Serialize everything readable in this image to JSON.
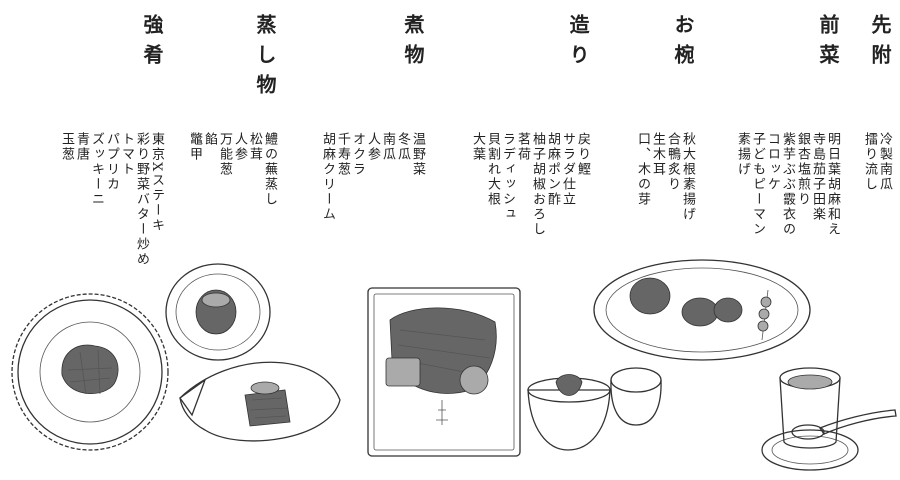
{
  "menu": {
    "courses": [
      {
        "id": "sakizuke",
        "title": "先附",
        "items": [
          "冷製南瓜",
          "擂り流し"
        ]
      },
      {
        "id": "zensai",
        "title": "前菜",
        "items": [
          "明日葉胡麻和え",
          "寺島茄子田楽",
          "銀杏塩煎り",
          "紫芋ぶぶ霰衣の",
          "コロッケ",
          "子どもピーマン",
          "素揚げ"
        ]
      },
      {
        "id": "owan",
        "title": "お椀",
        "items": [
          "秋大根素揚げ",
          "合鴨炙り",
          "生木耳",
          "口、木の芽"
        ]
      },
      {
        "id": "tsukuri",
        "title": "造り",
        "items": [
          "戻り鰹",
          "サラダ仕立",
          "胡麻ポン酢",
          "柚子胡椒おろし",
          "茗荷",
          "ラディッシュ",
          "貝割れ大根",
          "大葉"
        ]
      },
      {
        "id": "nimono",
        "title": "煮物",
        "items": [
          "温野菜",
          "冬瓜",
          "南瓜",
          "人参",
          "オクラ",
          "千寿葱",
          "胡麻クリーム"
        ]
      },
      {
        "id": "mushimono",
        "title": "蒸し物",
        "items": [
          "鱧の蕪蒸し",
          "松茸",
          "人参",
          "万能葱",
          "餡",
          "鼈甲"
        ]
      },
      {
        "id": "shiizakana",
        "title": "強肴",
        "items": [
          "東京Xステーキ",
          "彩り野菜バター炒め",
          "トマト",
          "パプリカ",
          "ズッキーニ",
          "青唐",
          "玉葱"
        ]
      }
    ]
  },
  "colors": {
    "ink": "#333333",
    "paper": "#ffffff"
  },
  "illustration": {
    "style": "line-drawing",
    "dishes": [
      "sakizuke-glass",
      "zensai-plate",
      "owan-bowl",
      "tsukuri-square-plate",
      "nimono-bowl",
      "mushimono-leaf-plate",
      "shiizakana-fluted-plate"
    ]
  }
}
